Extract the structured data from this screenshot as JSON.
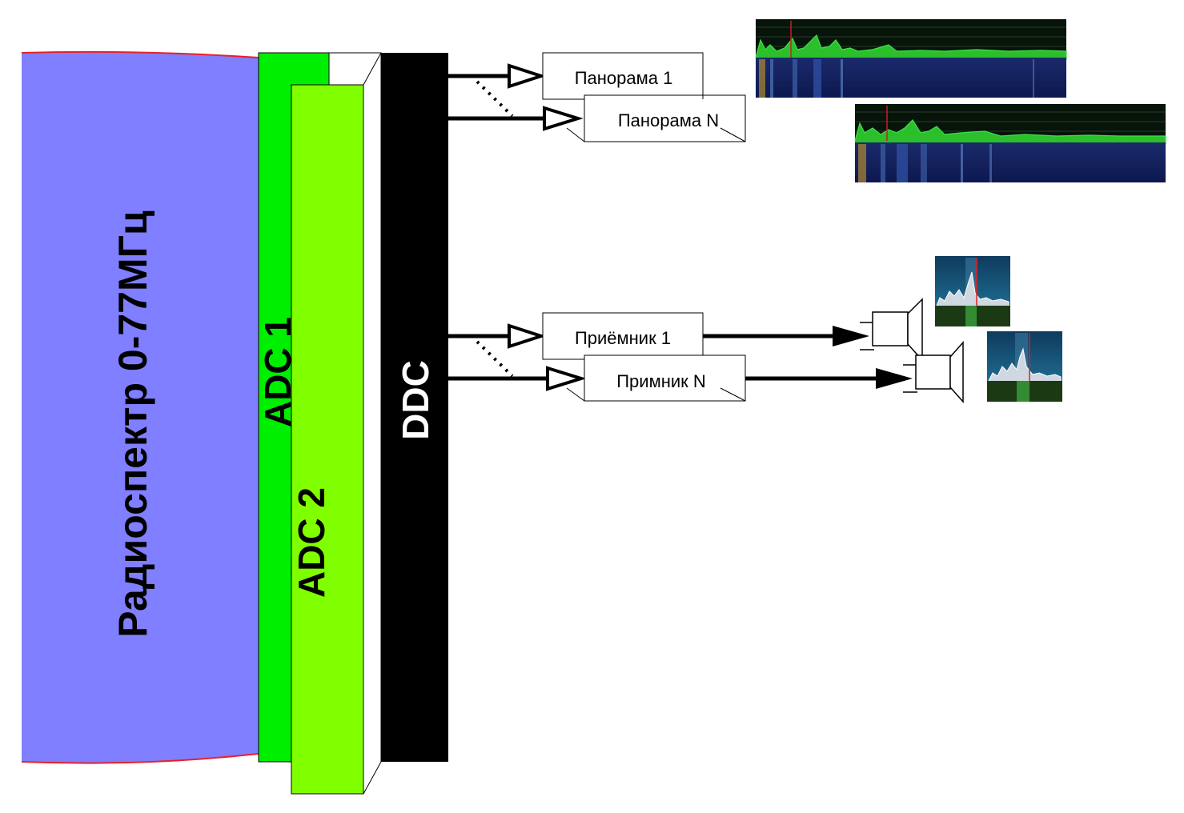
{
  "spectrum": {
    "label": "Радиоспектр 0-77МГц",
    "fill": "#7f7fff",
    "edge": "#e8202a"
  },
  "adc1": {
    "label": "ADC 1",
    "fill": "#00ee00"
  },
  "adc2": {
    "label": "ADC 2",
    "fill": "#80ff00"
  },
  "ddc": {
    "label": "DDC",
    "fill": "#000000"
  },
  "panoramas": [
    {
      "label": "Панорама 1"
    },
    {
      "label": "Панорама N"
    }
  ],
  "receivers": [
    {
      "label": "Приёмник 1"
    },
    {
      "label": "Примник N"
    }
  ],
  "icons": {
    "panorama_thumb": "spectrum-waterfall-screenshot",
    "receiver_thumb": "receiver-spectrum-screenshot",
    "speaker": "loudspeaker-icon"
  }
}
